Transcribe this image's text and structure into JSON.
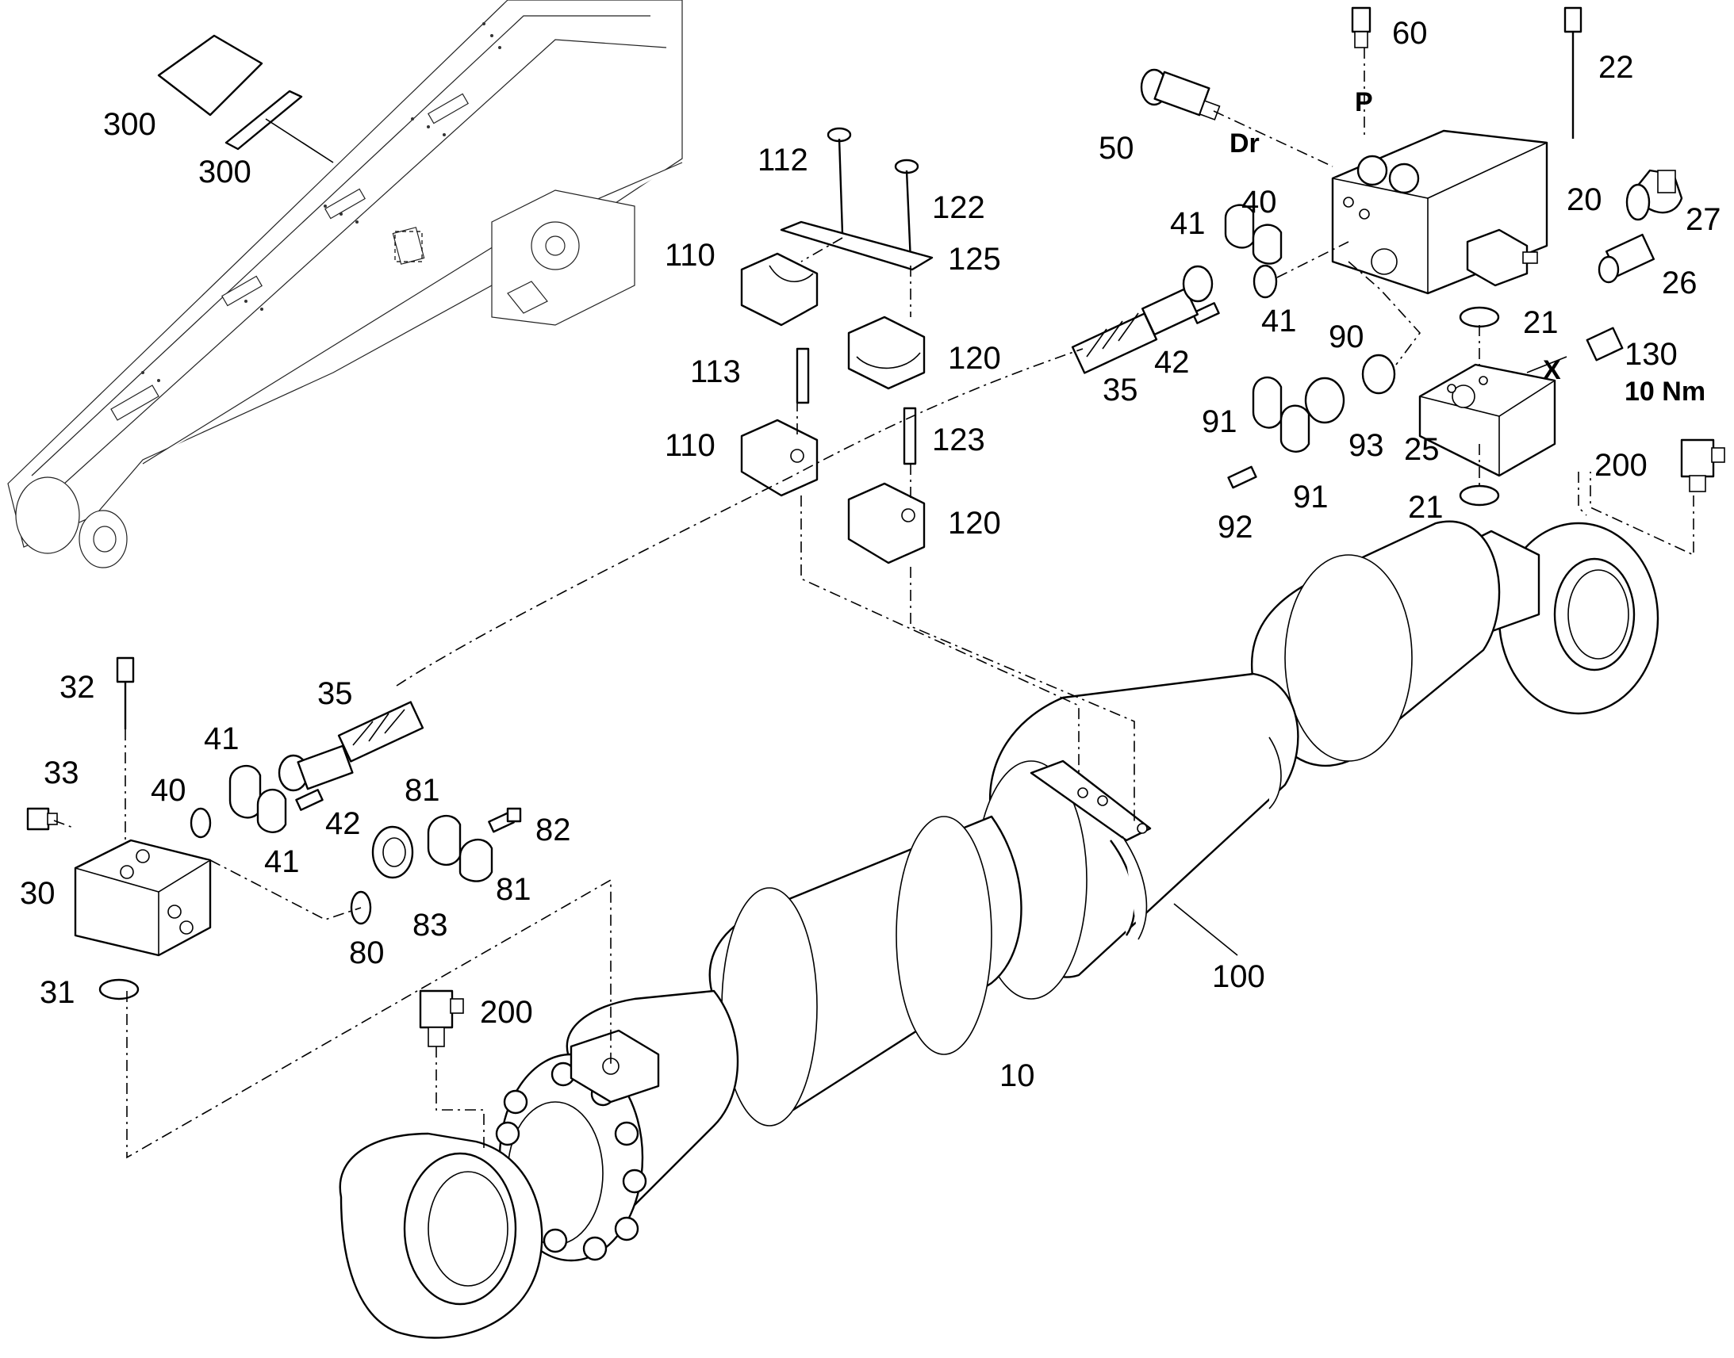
{
  "labels": {
    "l300a": "300",
    "l300b": "300",
    "l112": "112",
    "l122": "122",
    "l110a": "110",
    "l125": "125",
    "l113": "113",
    "l120a": "120",
    "l110b": "110",
    "l123": "123",
    "l120b": "120",
    "l60": "60",
    "lP": "P",
    "l22": "22",
    "l50": "50",
    "lDr": "Dr",
    "l40a": "40",
    "l20": "20",
    "l41a": "41",
    "l27": "27",
    "l41b": "41",
    "l26": "26",
    "l21a": "21",
    "l90": "90",
    "l42a": "42",
    "l35a": "35",
    "lX": "X",
    "l130": "130",
    "l10nm": "10 Nm",
    "l91a": "91",
    "l93": "93",
    "l25": "25",
    "l200a": "200",
    "l92": "92",
    "l91b": "91",
    "l21b": "21",
    "l32": "32",
    "l35b": "35",
    "l41c": "41",
    "l33": "33",
    "l40b": "40",
    "l81a": "81",
    "l42b": "42",
    "l82": "82",
    "l30": "30",
    "l41d": "41",
    "l81b": "81",
    "l83": "83",
    "l80": "80",
    "l31": "31",
    "l200b": "200",
    "l100": "100",
    "l10": "10"
  }
}
